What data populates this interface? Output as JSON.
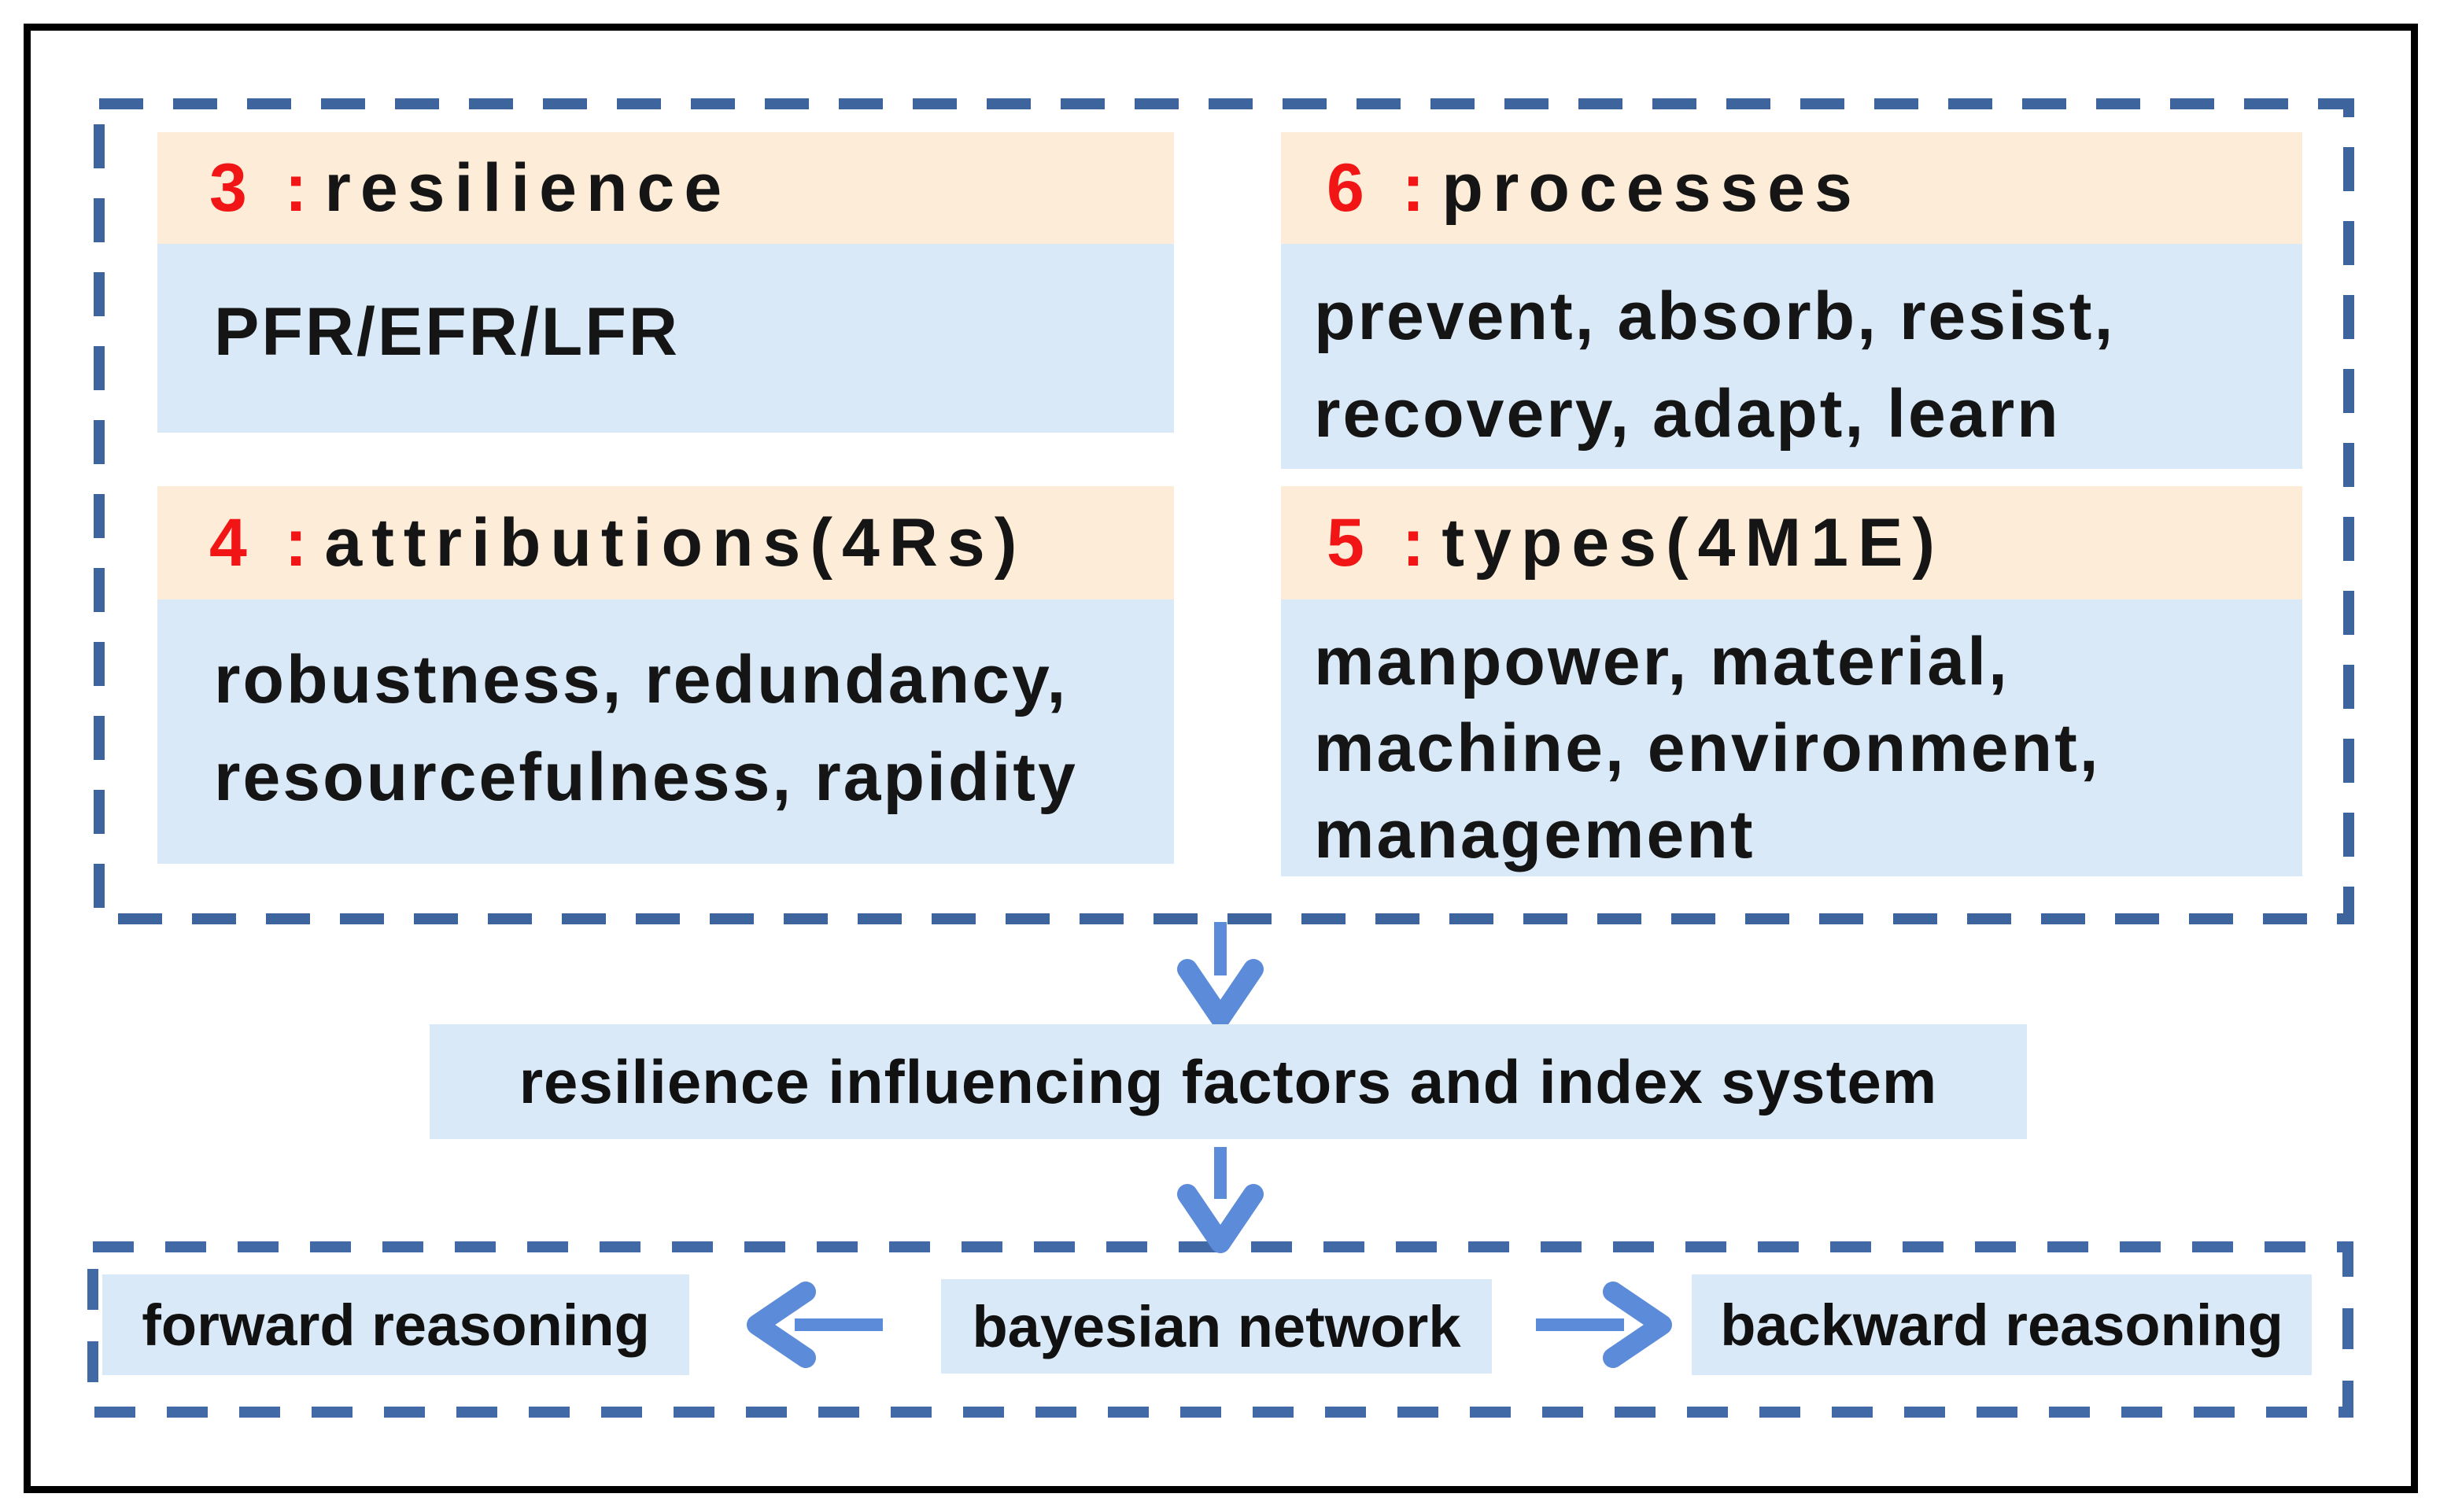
{
  "figure": {
    "top_group": {
      "boxes": [
        {
          "id": "resilience",
          "number": "3：",
          "title": "resilience",
          "body_lines": [
            "PFR/EFR/LFR"
          ]
        },
        {
          "id": "processes",
          "number": "6：",
          "title": "processes",
          "body_lines": [
            "prevent、absorb、resist、",
            "recovery、adapt、learn"
          ]
        },
        {
          "id": "attributions",
          "number": "4：",
          "title": "attributions(4Rs)",
          "body_lines": [
            "robustness、redundancy、",
            "resourcefulness、rapidity"
          ]
        },
        {
          "id": "types",
          "number": "5：",
          "title": "types(4M1E)",
          "body_lines": [
            "manpower、material、",
            "machine、environment、",
            "management"
          ]
        }
      ]
    },
    "middle_box": {
      "label": "resilience influencing factors and index system"
    },
    "bottom_group": {
      "left_box": {
        "label": "forward reasoning"
      },
      "center_box": {
        "label": "bayesian network"
      },
      "right_box": {
        "label": "backward reasoning"
      }
    },
    "colors": {
      "header_bg": "#fcecd8",
      "body_bg": "#d9e9f7",
      "dashed_border_top": "#3e649d",
      "dashed_border_bottom": "#4169a5",
      "arrow": "#5b8bd9",
      "number_red": "#f11515",
      "text": "#151515",
      "outer_border": "#000000"
    }
  }
}
